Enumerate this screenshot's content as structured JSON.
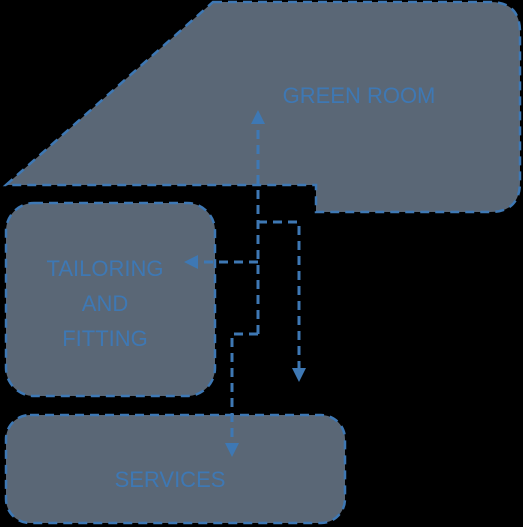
{
  "rooms": {
    "green_room": {
      "label": "GREEN ROOM"
    },
    "tailoring": {
      "label_lines": [
        "TAILORING",
        "AND",
        "FITTING"
      ]
    },
    "services": {
      "label": "SERVICES"
    }
  },
  "colors": {
    "background": "#000000",
    "room_fill": "#5A6776",
    "accent_blue": "#3E78B4"
  }
}
